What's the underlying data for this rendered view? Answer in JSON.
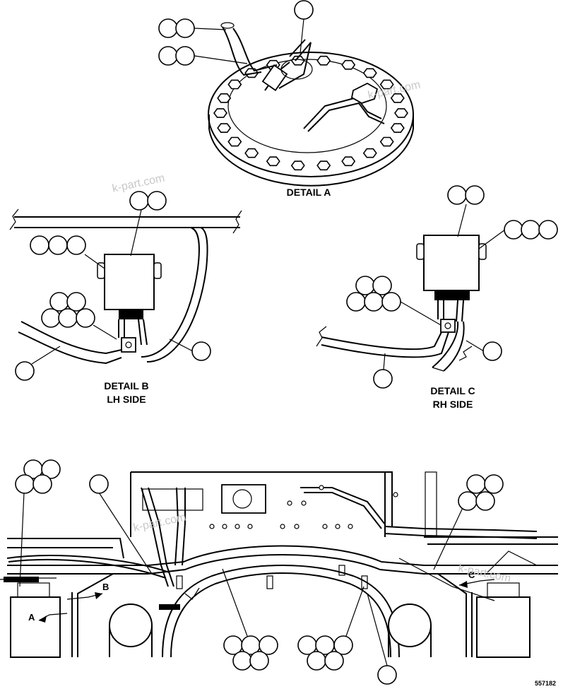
{
  "labels": {
    "detail_a": "DETAIL A",
    "detail_b_line1": "DETAIL B",
    "detail_b_line2": "LH SIDE",
    "detail_c_line1": "DETAIL C",
    "detail_c_line2": "RH SIDE",
    "view_a": "A",
    "view_b": "B",
    "view_c": "C",
    "drawing_number": "557182"
  },
  "watermarks": [
    "k-part.com",
    "k-part.com",
    "k-part.com",
    "k-part.com"
  ]
}
